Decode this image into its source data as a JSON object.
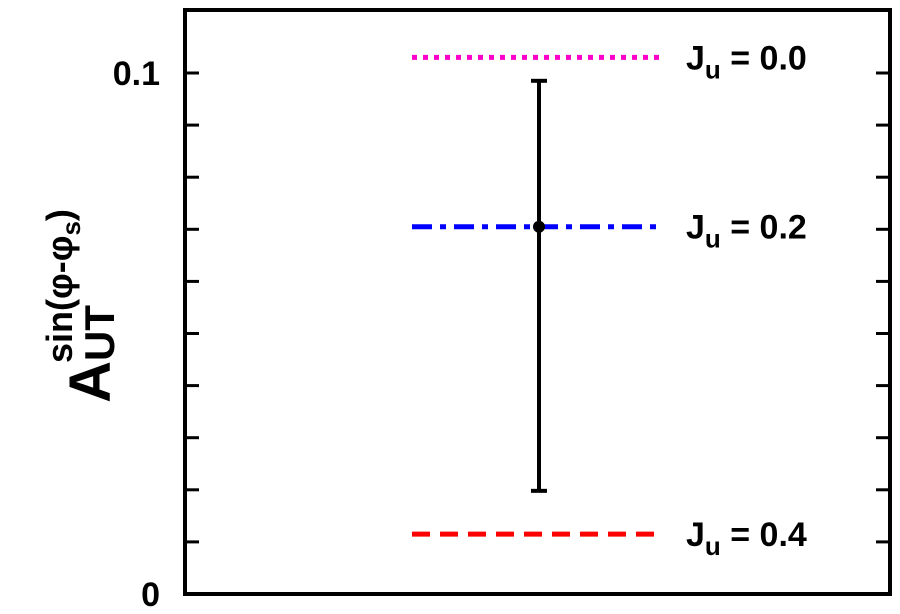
{
  "chart_data": {
    "type": "line",
    "title": "",
    "xlabel": "",
    "ylabel": {
      "base": "A",
      "superscript": "sin(φ-φ",
      "superscript_sub": "s",
      "superscript_close": ")",
      "subscript": "UT"
    },
    "ylim": [
      0,
      0.11
    ],
    "ytick_labels": [
      {
        "value": 0,
        "label": "0"
      },
      {
        "value": 0.1,
        "label": "0.1"
      }
    ],
    "minor_ticks": [
      0.01,
      0.02,
      0.03,
      0.04,
      0.05,
      0.06,
      0.07,
      0.08,
      0.09,
      0.1
    ],
    "grid": false,
    "series": [
      {
        "name_main": "J",
        "name_sub": "u",
        "name_rest": " = 0.0",
        "value": 0.103,
        "color": "#ff00cc",
        "style": "dotted"
      },
      {
        "name_main": "J",
        "name_sub": "u",
        "name_rest": " = 0.2",
        "value": 0.0705,
        "color": "#0000ff",
        "style": "dash-dot"
      },
      {
        "name_main": "J",
        "name_sub": "u",
        "name_rest": " = 0.4",
        "value": 0.0115,
        "color": "#ff0000",
        "style": "dashed"
      }
    ],
    "data_point": {
      "value": 0.0705,
      "err_low": 0.0198,
      "err_high": 0.0985,
      "color": "#000000"
    }
  }
}
